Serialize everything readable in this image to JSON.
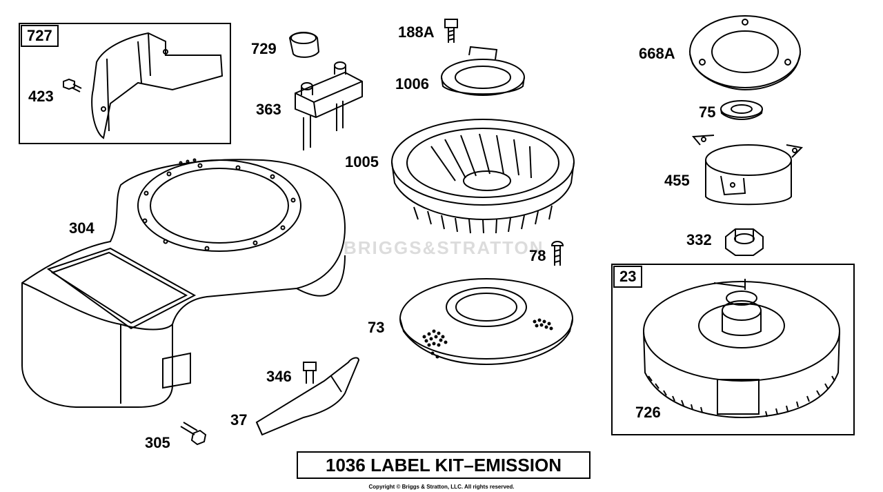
{
  "parts": {
    "p727": "727",
    "p423": "423",
    "p729": "729",
    "p363": "363",
    "p188a": "188A",
    "p1006": "1006",
    "p1005": "1005",
    "p668a": "668A",
    "p75": "75",
    "p455": "455",
    "p332": "332",
    "p304": "304",
    "p78": "78",
    "p73": "73",
    "p23": "23",
    "p726": "726",
    "p346": "346",
    "p37": "37",
    "p305": "305"
  },
  "kit_label": "1036 LABEL KIT–EMISSION",
  "watermark": "BRIGGS&STRATTON",
  "copyright": "Copyright © Briggs & Stratton, LLC. All rights reserved."
}
